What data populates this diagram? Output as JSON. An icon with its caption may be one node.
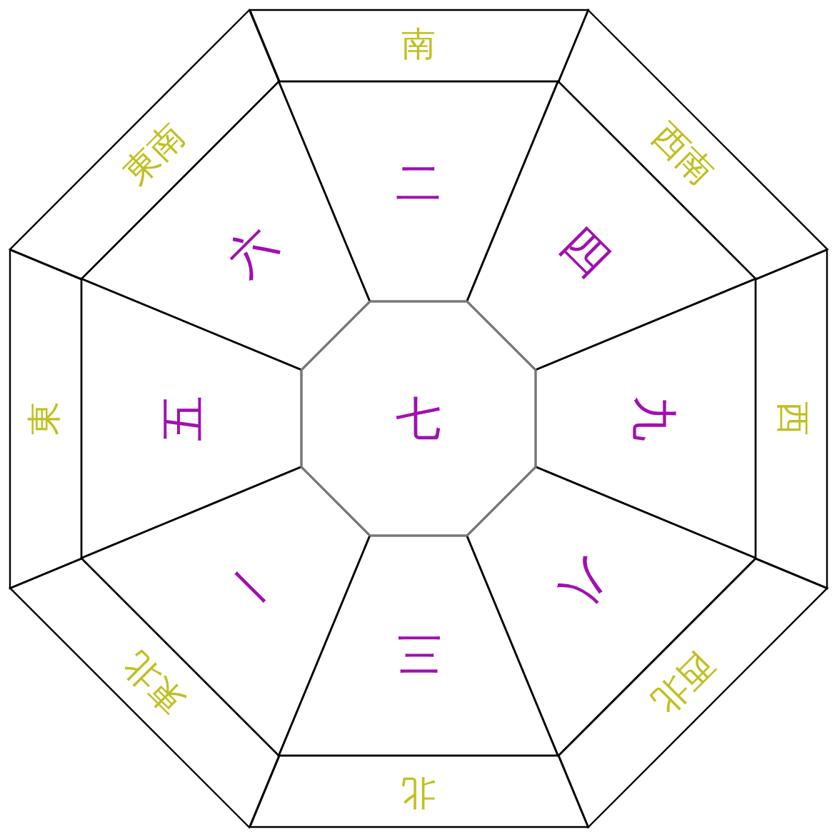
{
  "diagram": {
    "nodes": [
      {
        "text": [
          "南"
        ]
      },
      {
        "text": [
          "西南"
        ]
      },
      {
        "text": [
          "西"
        ]
      },
      {
        "text": [
          "西北"
        ]
      },
      {
        "text": [
          "北"
        ]
      },
      {
        "text": [
          "東北"
        ]
      },
      {
        "text": [
          "東"
        ]
      },
      {
        "text": [
          "東南"
        ]
      },
      {
        "text": [
          "二"
        ]
      },
      {
        "text": [
          "四"
        ]
      },
      {
        "text": [
          "九"
        ]
      },
      {
        "text": [
          "八"
        ]
      },
      {
        "text": [
          "三"
        ]
      },
      {
        "text": [
          "一"
        ]
      },
      {
        "text": [
          "五"
        ]
      },
      {
        "text": [
          "六"
        ]
      },
      {
        "text": [
          "七"
        ]
      }
    ]
  }
}
